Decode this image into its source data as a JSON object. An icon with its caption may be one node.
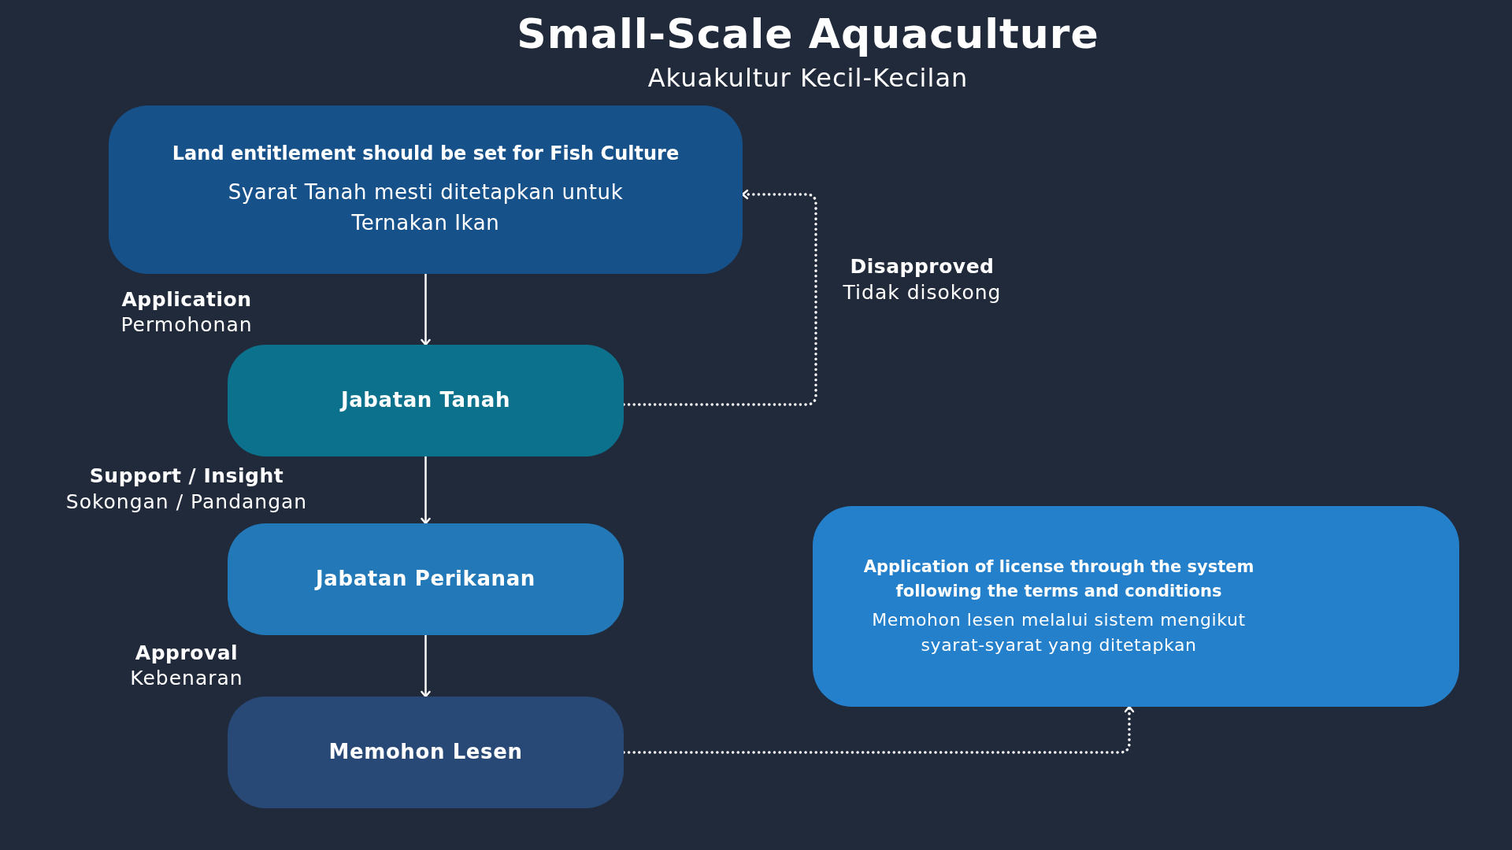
{
  "diagram": {
    "title": "Small-Scale Aquaculture",
    "nodes": [
      {
        "text": [
          "Land entitlement should be set for Fish Culture",
          "Syarat Tanah mesti ditetapkan untuk Ternakan Ikan"
        ]
      },
      {
        "text": [
          "Jabatan Tanah"
        ]
      },
      {
        "text": [
          "Jabatan Perikanan"
        ]
      },
      {
        "text": [
          "Memohon Lesen"
        ]
      },
      {
        "text": [
          "Application of license through the system following the terms and conditions",
          "Memohon lesen melalui sistem mengikut syarat-syarat yang ditetapkan"
        ]
      }
    ],
    "edges": [
      {
        "from": 0,
        "to": 1,
        "arrow": "to"
      },
      {
        "from": 1,
        "to": 2,
        "arrow": "to"
      },
      {
        "from": 2,
        "to": 3,
        "arrow": "to"
      },
      {
        "from": 1,
        "to": 0,
        "arrow": "to",
        "style": "dashed",
        "label": "**Disapproved** Tidak disokong"
      },
      {
        "from": 3,
        "to": 4,
        "arrow": "to",
        "style": "dashed"
      }
    ],
    "labels": [
      "Akuakultur Kecil-Kecilan",
      "Application",
      "Permohonan",
      "Support / Insight",
      "Sokongan / Pandangan",
      "Approval",
      "Kebenaran"
    ]
  }
}
